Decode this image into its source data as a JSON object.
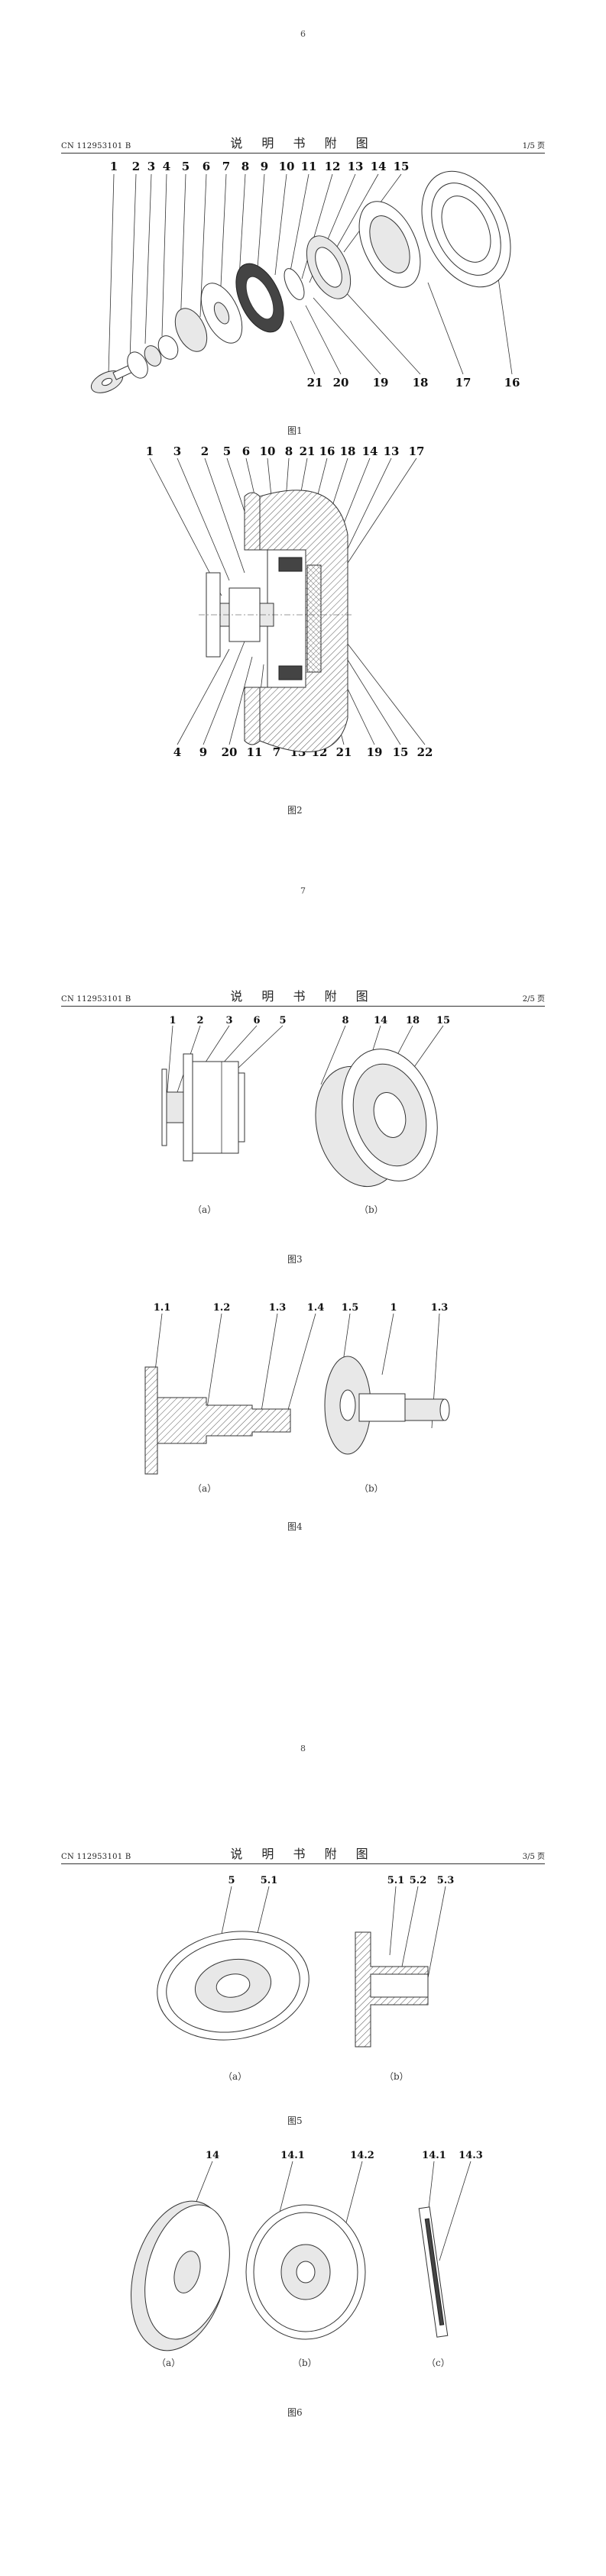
{
  "pages": [
    {
      "page_number": "6",
      "publication": "CN 112953101 B",
      "title": "说 明 书 附 图",
      "sheet": "1/5 页"
    },
    {
      "page_number": "7",
      "publication": "CN 112953101 B",
      "title": "说 明 书 附 图",
      "sheet": "2/5 页"
    },
    {
      "page_number": "8",
      "publication": "CN 112953101 B",
      "title": "说 明 书 附 图",
      "sheet": "3/5 页"
    }
  ],
  "figures": {
    "fig1": {
      "caption": "图1",
      "top_labels": [
        "1",
        "2",
        "3",
        "4",
        "5",
        "6",
        "7",
        "8",
        "9",
        "10",
        "11",
        "12",
        "13",
        "14",
        "15"
      ],
      "bottom_labels": [
        "21",
        "20",
        "19",
        "18",
        "17",
        "16"
      ]
    },
    "fig2": {
      "caption": "图2",
      "top_labels": [
        "1",
        "3",
        "2",
        "5",
        "6",
        "10",
        "8",
        "21",
        "16",
        "18",
        "14",
        "13",
        "17"
      ],
      "bottom_labels": [
        "4",
        "9",
        "20",
        "11",
        "7",
        "13",
        "12",
        "21",
        "19",
        "15",
        "22"
      ]
    },
    "fig3": {
      "caption": "图3",
      "sub_a": "（a）",
      "sub_b": "（b）",
      "labels_a": [
        "1",
        "2",
        "3",
        "6",
        "5"
      ],
      "labels_b": [
        "8",
        "14",
        "18",
        "15"
      ]
    },
    "fig4": {
      "caption": "图4",
      "sub_a": "（a）",
      "sub_b": "（b）",
      "labels_a": [
        "1.1",
        "1.2",
        "1.3",
        "1.4"
      ],
      "labels_b": [
        "1.5",
        "1",
        "1.3"
      ]
    },
    "fig5": {
      "caption": "图5",
      "sub_a": "（a）",
      "sub_b": "（b）",
      "labels_a": [
        "5",
        "5.1"
      ],
      "labels_b": [
        "5.1",
        "5.2",
        "5.3"
      ]
    },
    "fig6": {
      "caption": "图6",
      "sub_a": "（a）",
      "sub_b": "（b）",
      "sub_c": "（c）",
      "labels_a": [
        "14"
      ],
      "labels_b": [
        "14.1",
        "14.2"
      ],
      "labels_c": [
        "14.1",
        "14.3"
      ]
    }
  }
}
